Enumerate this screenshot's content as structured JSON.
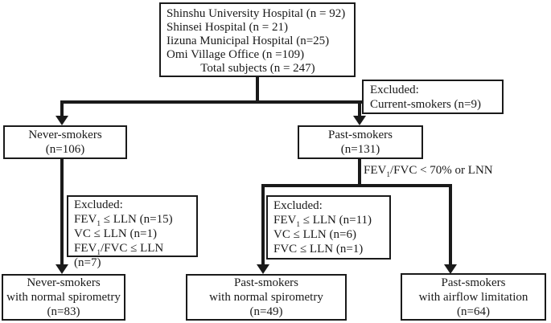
{
  "colors": {
    "ink": "#1a1a1a",
    "background": "#ffffff"
  },
  "boxes": {
    "sources": {
      "lines": [
        "Shinshu University Hospital (n = 92)",
        "Shinsei Hospital (n = 21)",
        "Iizuna Municipal Hospital (n=25)",
        "Omi Village Office (n =109)"
      ],
      "total": "Total subjects (n = 247)"
    },
    "excluded_current": {
      "lines": [
        "Excluded:",
        "Current-smokers (n=9)"
      ]
    },
    "never_smokers": {
      "lines": [
        "Never-smokers",
        "(n=106)"
      ]
    },
    "past_smokers": {
      "lines": [
        "Past-smokers",
        "(n=131)"
      ]
    },
    "excluded_never": {
      "header": "Excluded:",
      "items": [
        {
          "pre": "FEV",
          "sub": "1",
          "post": " ≤ LLN (n=15)"
        },
        {
          "pre": "VC",
          "sub": "",
          "post": " ≤ LLN (n=1)"
        },
        {
          "pre": "FEV",
          "sub": "1",
          "post": "/FVC ≤ LLN (n=7)"
        }
      ]
    },
    "excluded_past": {
      "header": "Excluded:",
      "items": [
        {
          "pre": "FEV",
          "sub": "1",
          "post": " ≤ LLN (n=11)"
        },
        {
          "pre": "VC",
          "sub": "",
          "post": " ≤ LLN (n=6)"
        },
        {
          "pre": "FVC",
          "sub": "",
          "post": " ≤ LLN (n=1)"
        }
      ]
    },
    "never_normal": {
      "lines": [
        "Never-smokers",
        "with normal spirometry",
        "(n=83)"
      ]
    },
    "past_normal": {
      "lines": [
        "Past-smokers",
        "with normal spirometry",
        "(n=49)"
      ]
    },
    "past_airflow": {
      "lines": [
        "Past-smokers",
        "with airflow limitation",
        "(n=64)"
      ]
    }
  },
  "labels": {
    "split_criterion": {
      "pre": "FEV",
      "sub": "1",
      "post": "/FVC < 70% or LNN"
    }
  }
}
